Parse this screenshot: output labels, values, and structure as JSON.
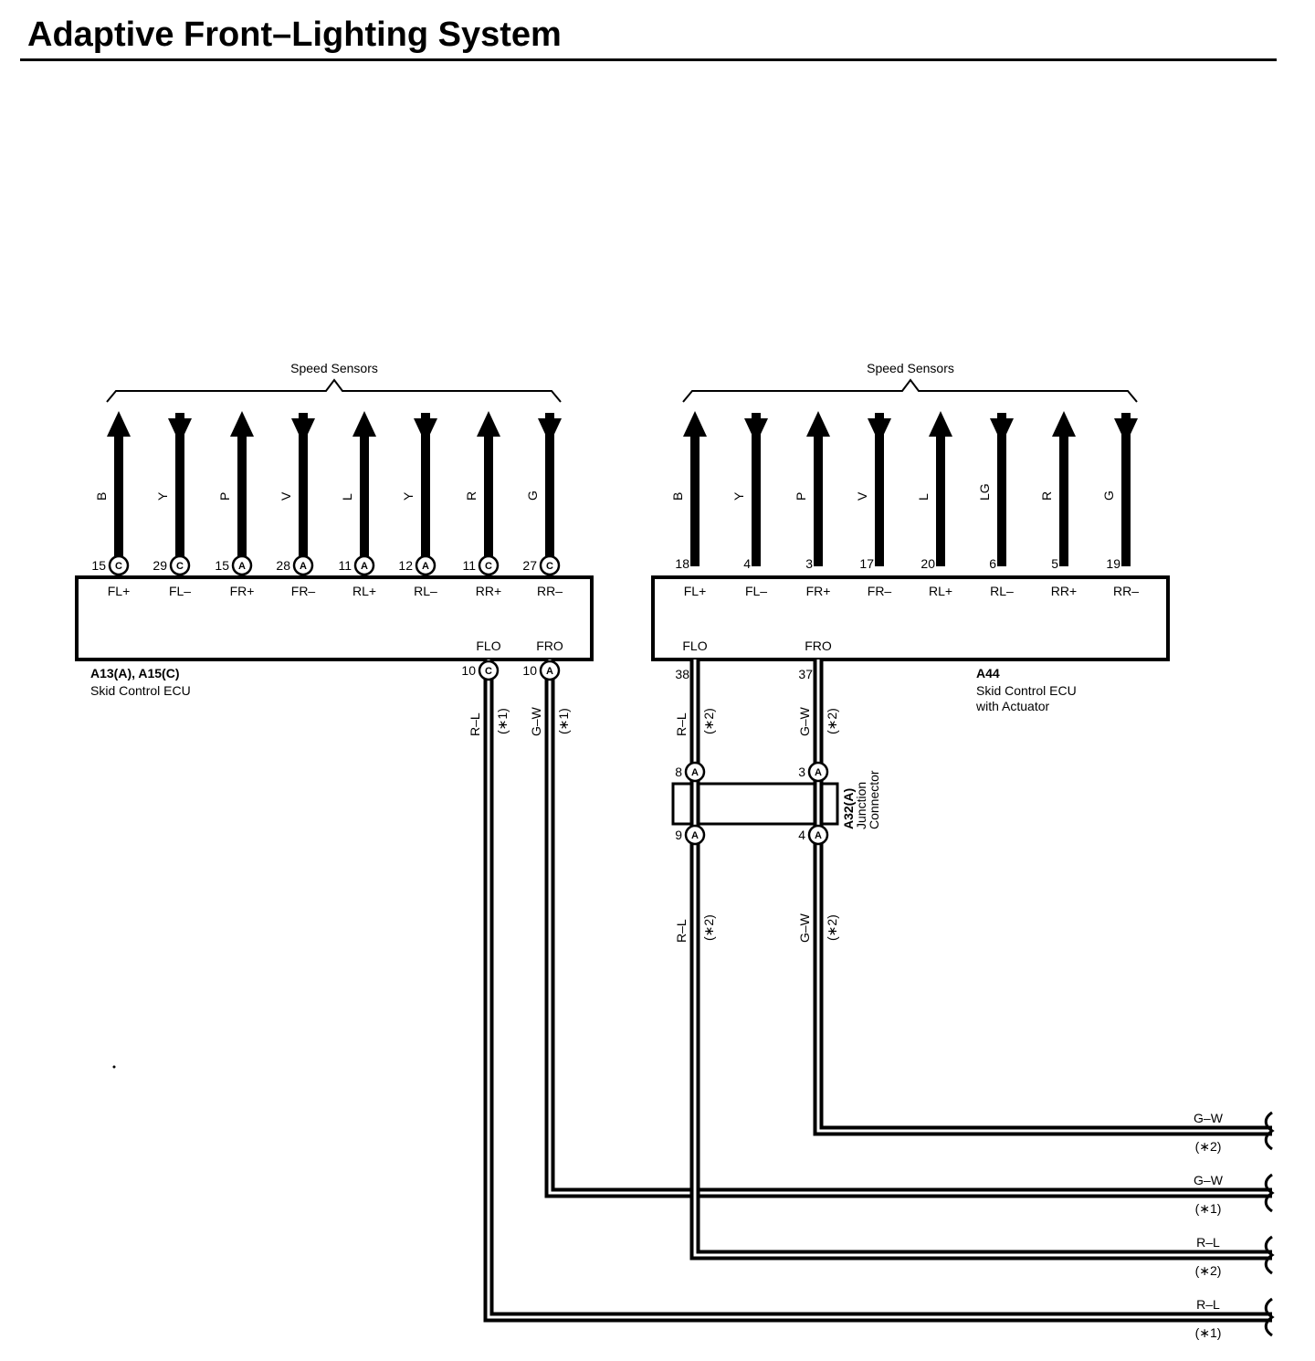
{
  "title": "Adaptive Front–Lighting System",
  "colors": {
    "line": "#000000",
    "background": "#ffffff"
  },
  "ecu1": {
    "code": "A13(A), A15(C)",
    "name": "Skid Control ECU",
    "group_label": "Speed Sensors",
    "sensor_pins": [
      {
        "pin": "15",
        "conn": "C",
        "terminal": "FL+",
        "wire": "B",
        "dir": "up"
      },
      {
        "pin": "29",
        "conn": "C",
        "terminal": "FL–",
        "wire": "Y",
        "dir": "down"
      },
      {
        "pin": "15",
        "conn": "A",
        "terminal": "FR+",
        "wire": "P",
        "dir": "up"
      },
      {
        "pin": "28",
        "conn": "A",
        "terminal": "FR–",
        "wire": "V",
        "dir": "down"
      },
      {
        "pin": "11",
        "conn": "A",
        "terminal": "RL+",
        "wire": "L",
        "dir": "up"
      },
      {
        "pin": "12",
        "conn": "A",
        "terminal": "RL–",
        "wire": "Y",
        "dir": "down"
      },
      {
        "pin": "11",
        "conn": "C",
        "terminal": "RR+",
        "wire": "R",
        "dir": "up"
      },
      {
        "pin": "27",
        "conn": "C",
        "terminal": "RR–",
        "wire": "G",
        "dir": "down"
      }
    ],
    "output_pins": [
      {
        "pin": "10",
        "conn": "C",
        "terminal": "FLO",
        "wire": "R–L",
        "note": "(∗1)"
      },
      {
        "pin": "10",
        "conn": "A",
        "terminal": "FRO",
        "wire": "G–W",
        "note": "(∗1)"
      }
    ]
  },
  "ecu2": {
    "code": "A44",
    "name": "Skid Control ECU",
    "name2": "with Actuator",
    "group_label": "Speed Sensors",
    "sensor_pins": [
      {
        "pin": "18",
        "terminal": "FL+",
        "wire": "B",
        "dir": "up"
      },
      {
        "pin": "4",
        "terminal": "FL–",
        "wire": "Y",
        "dir": "down"
      },
      {
        "pin": "3",
        "terminal": "FR+",
        "wire": "P",
        "dir": "up"
      },
      {
        "pin": "17",
        "terminal": "FR–",
        "wire": "V",
        "dir": "down"
      },
      {
        "pin": "20",
        "terminal": "RL+",
        "wire": "L",
        "dir": "up"
      },
      {
        "pin": "6",
        "terminal": "RL–",
        "wire": "LG",
        "dir": "down"
      },
      {
        "pin": "5",
        "terminal": "RR+",
        "wire": "R",
        "dir": "up"
      },
      {
        "pin": "19",
        "terminal": "RR–",
        "wire": "G",
        "dir": "down"
      }
    ],
    "output_pins": [
      {
        "pin": "38",
        "terminal": "FLO",
        "wire": "R–L",
        "note": "(∗2)"
      },
      {
        "pin": "37",
        "terminal": "FRO",
        "wire": "G–W",
        "note": "(∗2)"
      }
    ]
  },
  "junction": {
    "code": "A32(A)",
    "name1": "Junction",
    "name2": "Connector",
    "pins_top": [
      {
        "pin": "8",
        "conn": "A"
      },
      {
        "pin": "3",
        "conn": "A"
      }
    ],
    "pins_bottom": [
      {
        "pin": "9",
        "conn": "A"
      },
      {
        "pin": "4",
        "conn": "A"
      }
    ],
    "wires_below": [
      {
        "wire": "R–L",
        "note": "(∗2)"
      },
      {
        "wire": "G–W",
        "note": "(∗2)"
      }
    ]
  },
  "outputs": [
    {
      "wire": "G–W",
      "note": "(∗2)"
    },
    {
      "wire": "G–W",
      "note": "(∗1)"
    },
    {
      "wire": "R–L",
      "note": "(∗2)"
    },
    {
      "wire": "R–L",
      "note": "(∗1)"
    }
  ]
}
